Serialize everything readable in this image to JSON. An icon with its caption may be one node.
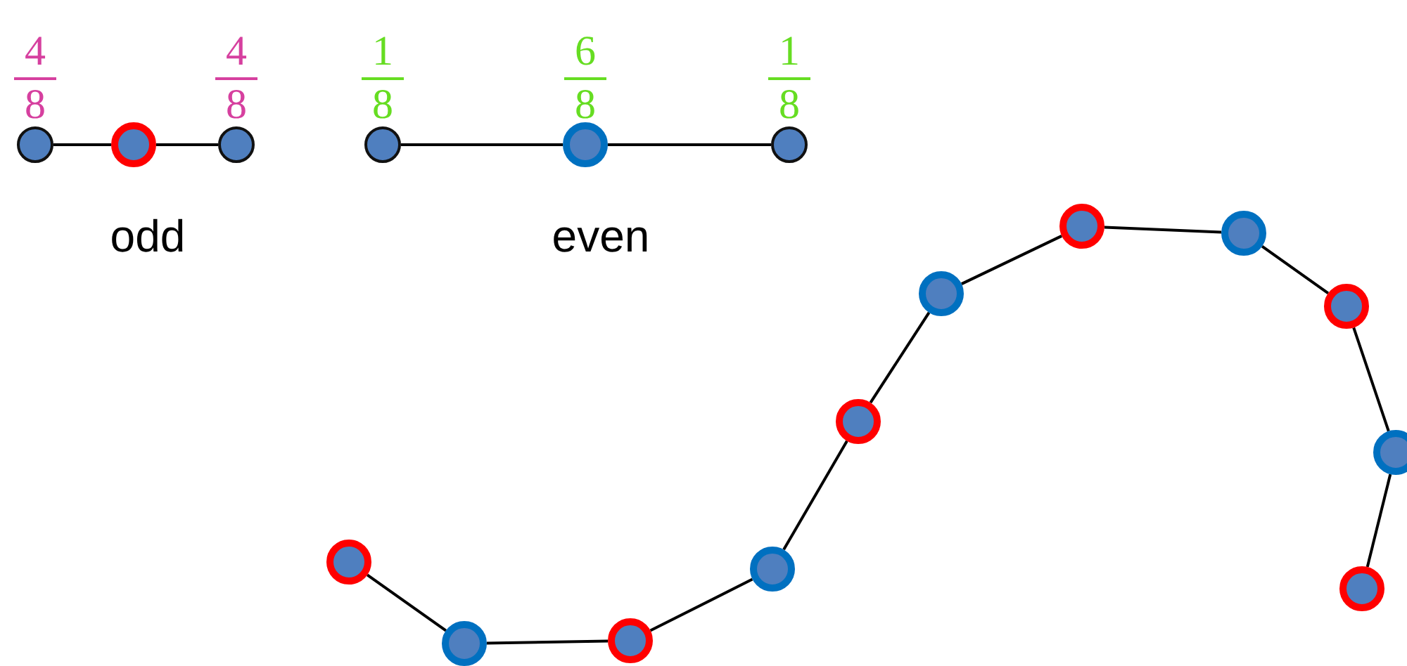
{
  "diagram": {
    "nodes": [
      {
        "text": [],
        "shape": "circle",
        "beside": [
          "4",
          "8"
        ]
      },
      {
        "text": [],
        "shape": "circle"
      },
      {
        "text": [],
        "shape": "circle",
        "beside": [
          "4",
          "8"
        ]
      },
      {
        "text": [],
        "shape": "circle",
        "beside": [
          "1",
          "8"
        ]
      },
      {
        "text": [],
        "shape": "circle",
        "beside": [
          "6",
          "8"
        ]
      },
      {
        "text": [],
        "shape": "circle",
        "beside": [
          "1",
          "8"
        ]
      },
      {
        "text": [],
        "shape": "circle"
      },
      {
        "text": [],
        "shape": "circle"
      },
      {
        "text": [],
        "shape": "circle"
      },
      {
        "text": [],
        "shape": "circle"
      },
      {
        "text": [],
        "shape": "circle"
      },
      {
        "text": [],
        "shape": "circle"
      },
      {
        "text": [],
        "shape": "circle"
      },
      {
        "text": [],
        "shape": "circle"
      },
      {
        "text": [],
        "shape": "circle"
      },
      {
        "text": [],
        "shape": "circle"
      },
      {
        "text": [],
        "shape": "circle"
      }
    ],
    "edges": [
      {
        "from": 0,
        "to": 1,
        "arrow": "none"
      },
      {
        "from": 1,
        "to": 2,
        "arrow": "none"
      },
      {
        "from": 3,
        "to": 4,
        "arrow": "none"
      },
      {
        "from": 4,
        "to": 5,
        "arrow": "none"
      },
      {
        "from": 6,
        "to": 7,
        "arrow": "none"
      },
      {
        "from": 7,
        "to": 8,
        "arrow": "none"
      },
      {
        "from": 8,
        "to": 9,
        "arrow": "none"
      },
      {
        "from": 9,
        "to": 10,
        "arrow": "none"
      },
      {
        "from": 10,
        "to": 11,
        "arrow": "none"
      },
      {
        "from": 11,
        "to": 12,
        "arrow": "none"
      },
      {
        "from": 12,
        "to": 13,
        "arrow": "none"
      },
      {
        "from": 13,
        "to": 14,
        "arrow": "none"
      },
      {
        "from": 14,
        "to": 15,
        "arrow": "none"
      },
      {
        "from": 15,
        "to": 16,
        "arrow": "none"
      }
    ],
    "labels": [
      "odd",
      "even"
    ]
  }
}
